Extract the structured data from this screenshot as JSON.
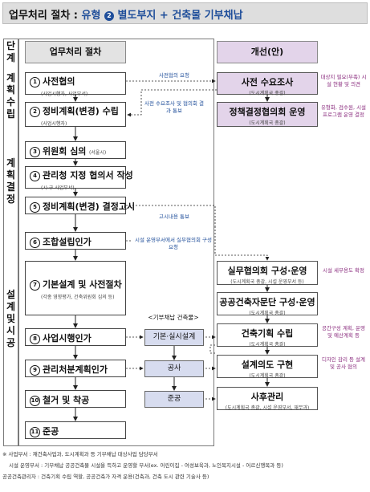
{
  "title": {
    "prefix": "업무처리 절차 : ",
    "type_label": "유형",
    "num": "2",
    "rest": "별도부지 + 건축물 기부채납"
  },
  "headers": {
    "stage": "단계",
    "process": "업무처리 절차",
    "improvement": "개선(안)"
  },
  "stages": {
    "plan": [
      "계",
      "획",
      "수",
      "립"
    ],
    "decision": [
      "계",
      "획",
      "결",
      "정"
    ],
    "design": [
      "설",
      "계",
      "및",
      "시",
      "공"
    ]
  },
  "steps": [
    {
      "num": "1",
      "label": "사전협의",
      "sub": "(사업시행자, 사업부서)"
    },
    {
      "num": "2",
      "label": "정비계획(변경) 수립",
      "sub": "(사업시행자)"
    },
    {
      "num": "3",
      "label": "위원회 심의",
      "sub": "(서울시)"
    },
    {
      "num": "4",
      "label": "관리청 지정 협의서 작성",
      "sub": "(시·구 사업부서)"
    },
    {
      "num": "5",
      "label": "정비계획(변경) 결정고시",
      "sub": ""
    },
    {
      "num": "6",
      "label": "조합설립인가",
      "sub": ""
    },
    {
      "num": "7",
      "label": "기본설계 및 사전절차",
      "sub": "(각종 영향평가, 건축위원회 심의 등)"
    },
    {
      "num": "8",
      "label": "사업시행인가",
      "sub": ""
    },
    {
      "num": "9",
      "label": "관리처분계획인가",
      "sub": ""
    },
    {
      "num": "10",
      "label": "철거 및 착공",
      "sub": ""
    },
    {
      "num": "11",
      "label": "준공",
      "sub": ""
    }
  ],
  "proposals": {
    "pre_survey": {
      "label": "사전 수요조사",
      "sub": "(도시계획국 총괄)"
    },
    "policy_committee": {
      "label": "정책결정협의회 운영",
      "sub": "(도시계획국 총괄)"
    },
    "working_council": {
      "label": "실무협의회 구성·운영",
      "sub": "(도시계획국 총괄, 시설 운영부서 등)"
    },
    "advisory_group": {
      "label": "공공건축자문단 구성·운영",
      "sub": "(도시계획국 총괄)"
    },
    "building_plan": {
      "label": "건축기획 수립",
      "sub": "(도시계획국 총괄)"
    },
    "design_intent": {
      "label": "설계의도 구현",
      "sub": "(도시계획국 총괄)"
    },
    "post_management": {
      "label": "사후관리",
      "sub": "(도시계획국 총괄, 시설 운영부서, 재무과)"
    }
  },
  "middle": {
    "header": "<기부채납 건축물>",
    "design": "기본·실시설계",
    "construction": "공사",
    "completion": "준공"
  },
  "notes": {
    "pre_consult": "사전협의 요청",
    "survey_result": "사전 수요조사 및 협의회 결과 통보",
    "gazette_notice": "고시내용 통보",
    "council_request": "시설 운영부서에서 실무협의회 구성 요청",
    "demand_purple": "대상지 필요(부족) 시설 현황 및 의견",
    "decision_purple": "유형화, 검수원, 시설 프로그램 운영 결정",
    "council_purple": "시설 세부용도 확정",
    "building_purple": "공간구성 계획, 운영 및 예산계획 등",
    "design_purple": "디자인 감리 등 설계 및 공사 협의"
  },
  "footnotes": [
    "※ 사업부서 : 재건축사업과, 도시계획과 등 기부채납 대상사업 담당부서",
    "시설 운영부서 : 기부채납 공공건축물 시설을 득하고 운영할 부서(ex. 어린이집 - 여성보육과, 노인복지시설 - 어르신행복과 등)",
    "공공건축관리자 : 건축기획 수립 역할, 공공건축가 자격 운용(건축과, 건축 도시 관련 기술사 등)"
  ]
}
